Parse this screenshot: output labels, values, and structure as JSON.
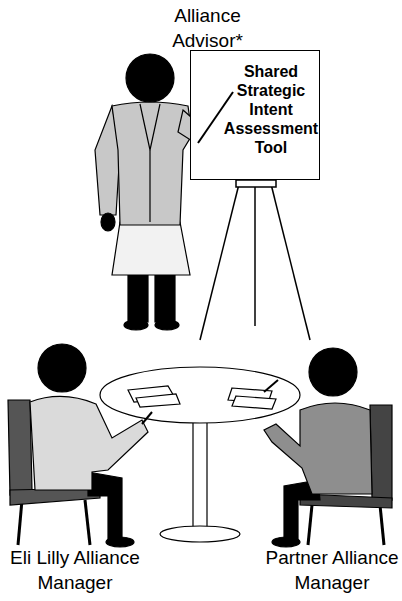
{
  "diagram": {
    "nodes": [
      {
        "text": [
          "Shared Strategic Intent Assessment Tool"
        ]
      }
    ],
    "labels": [
      "Alliance Advisor*",
      "Eli Lilly Alliance Manager",
      "Partner Alliance Manager"
    ]
  }
}
